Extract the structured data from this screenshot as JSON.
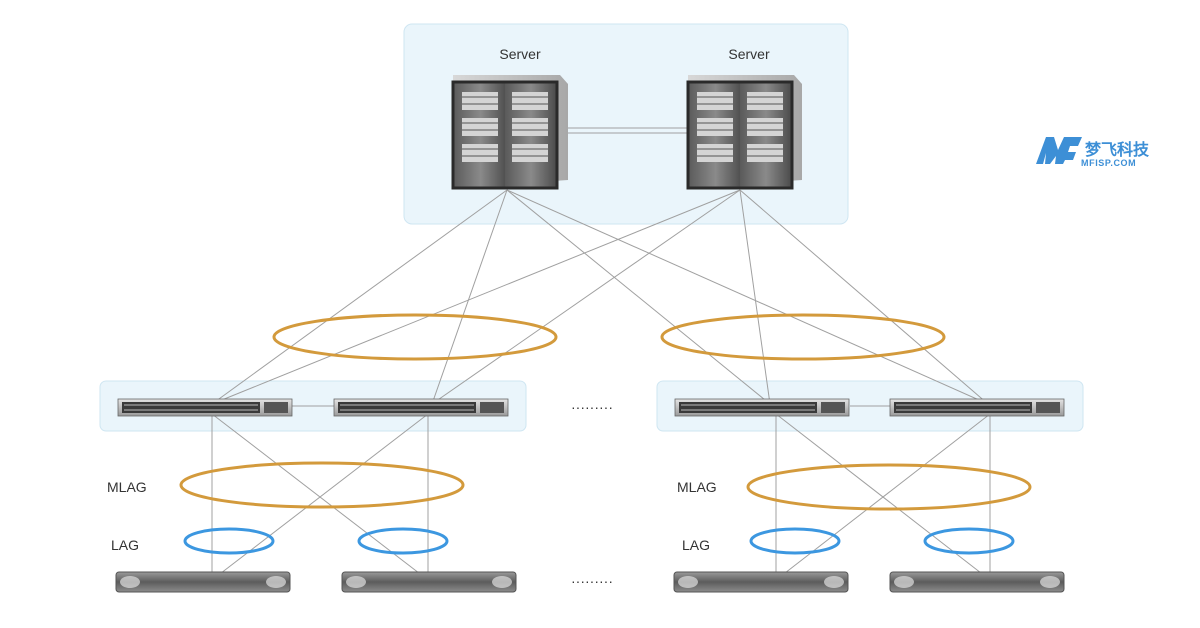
{
  "server_group": {
    "servers": [
      {
        "label": "Server"
      },
      {
        "label": "Server"
      }
    ]
  },
  "aggregation_groups": [
    {
      "mlag_label": "MLAG",
      "lag_label": "LAG"
    },
    {
      "mlag_label": "MLAG",
      "lag_label": "LAG"
    }
  ],
  "ellipsis": {
    "switches": "·········",
    "storage": "·········"
  },
  "logo": {
    "chinese": "梦飞科技",
    "english": "MFISP.COM"
  },
  "colors": {
    "group_fill": "#eaf5fb",
    "group_stroke": "#cfe6f2",
    "mlag_ring": "#d39a3c",
    "lag_ring": "#3c97e0",
    "link": "#9a9a9a",
    "logo_blue": "#3d8fd6"
  }
}
